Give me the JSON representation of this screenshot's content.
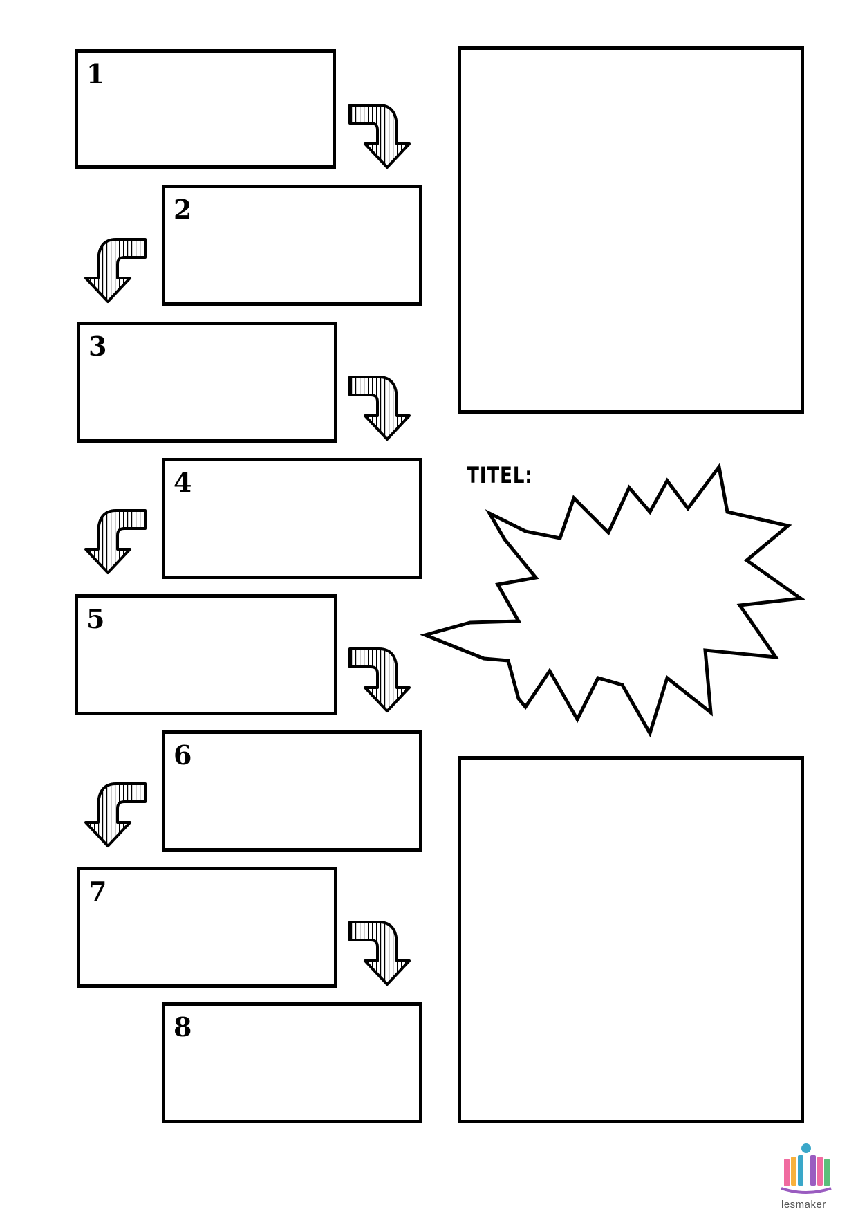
{
  "steps": [
    {
      "number": "1"
    },
    {
      "number": "2"
    },
    {
      "number": "3"
    },
    {
      "number": "4"
    },
    {
      "number": "5"
    },
    {
      "number": "6"
    },
    {
      "number": "7"
    },
    {
      "number": "8"
    }
  ],
  "title_label": "TITEL:",
  "logo": {
    "text": "lesmaker"
  },
  "colors": {
    "ink": "#000000",
    "paper": "#ffffff"
  }
}
